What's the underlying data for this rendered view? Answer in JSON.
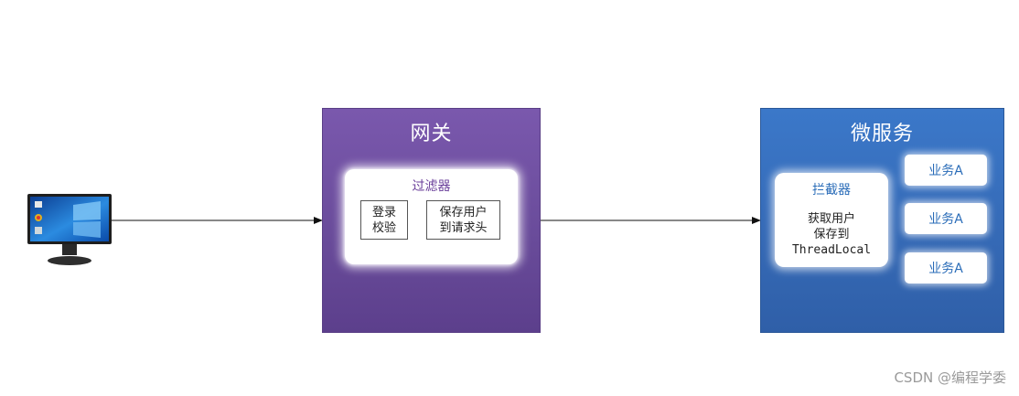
{
  "gateway": {
    "title": "网关",
    "filter": {
      "title": "过滤器",
      "steps": [
        {
          "line1": "登录",
          "line2": "校验"
        },
        {
          "line1": "保存用户",
          "line2": "到请求头"
        }
      ]
    }
  },
  "microservice": {
    "title": "微服务",
    "interceptor": {
      "title": "拦截器",
      "lines": [
        "获取用户",
        "保存到",
        "ThreadLocal"
      ]
    },
    "business": [
      "业务A",
      "业务A",
      "业务A"
    ]
  },
  "client": {
    "icon": "computer-monitor-icon"
  },
  "watermark": "CSDN @编程学委",
  "colors": {
    "gateway": "#6a4c9b",
    "microservice": "#3569b5",
    "arrow": "#111111"
  }
}
